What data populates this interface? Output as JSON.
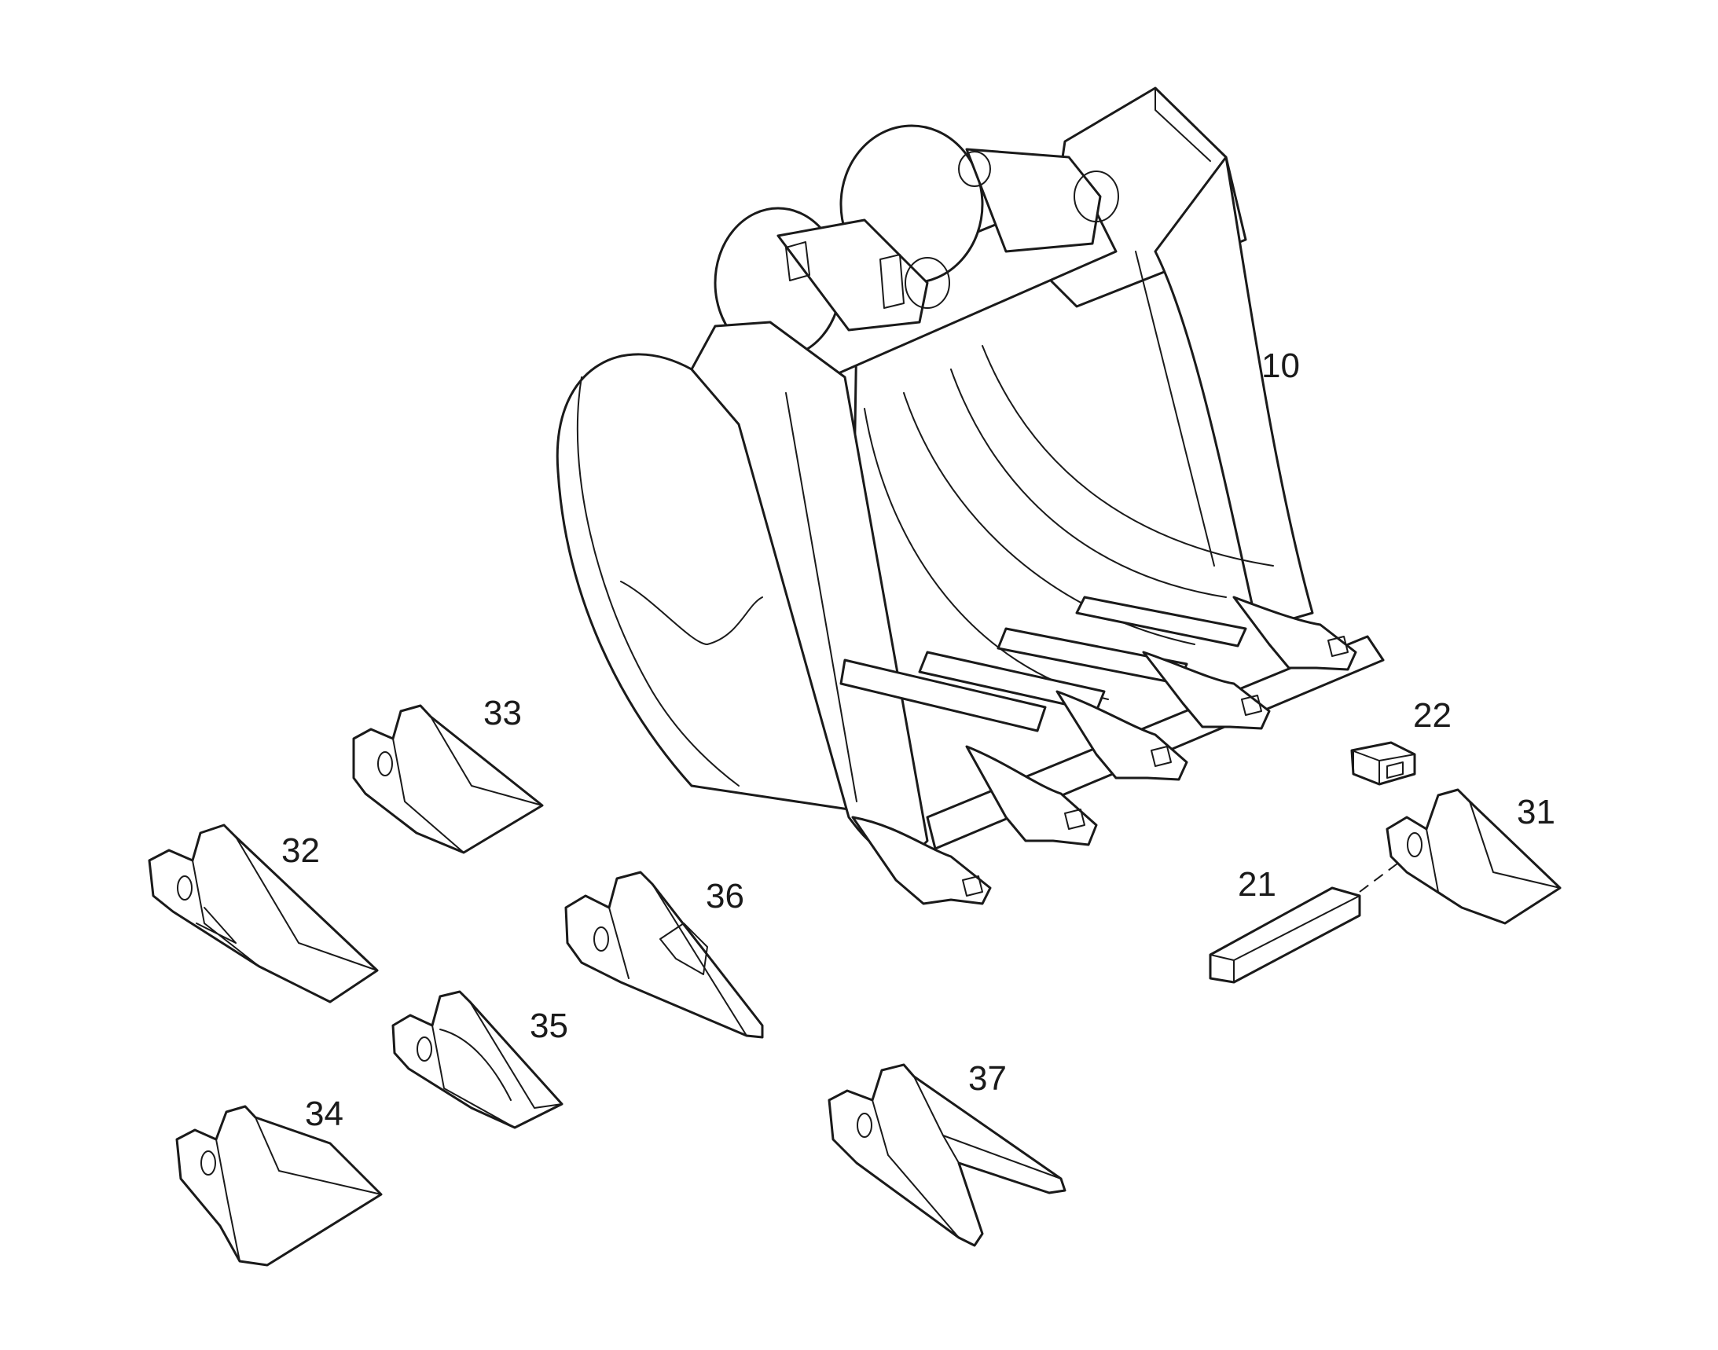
{
  "diagram": {
    "labels": {
      "bucket": "10",
      "pin": "21",
      "retainer": "22",
      "tooth_31": "31",
      "tooth_32": "32",
      "tooth_33": "33",
      "tooth_34": "34",
      "tooth_35": "35",
      "tooth_36": "36",
      "tooth_37": "37"
    },
    "line_color": "#1a1a1a",
    "background": "#ffffff"
  }
}
